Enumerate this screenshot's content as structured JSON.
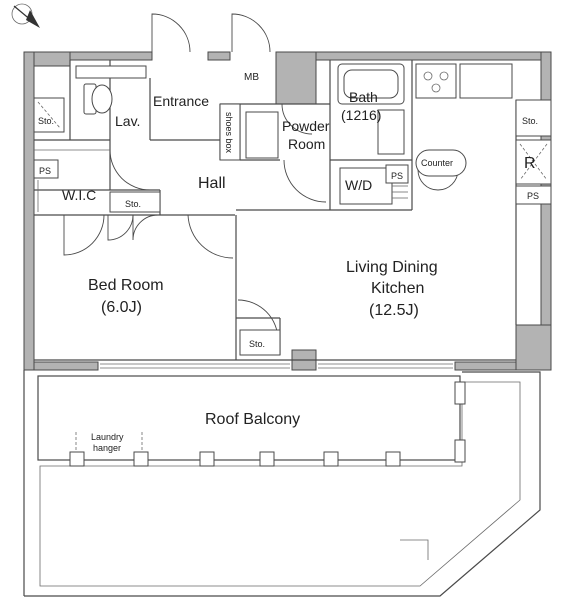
{
  "rooms": {
    "entrance": "Entrance",
    "lav": "Lav.",
    "mb": "MB",
    "bath": "Bath",
    "bath_size": "(1216)",
    "powder": "Powder",
    "powder2": "Room",
    "shoes_box": "shoes box",
    "hall": "Hall",
    "wd": "W/D",
    "wic": "W.I.C",
    "bed": "Bed Room",
    "bed_size": "(6.0J)",
    "ldk1": "Living Dining",
    "ldk2": "Kitchen",
    "ldk_size": "(12.5J)",
    "balcony": "Roof Balcony",
    "laundry1": "Laundry",
    "laundry2": "hanger",
    "counter": "Counter",
    "r": "R"
  },
  "marks": {
    "sto": "Sto.",
    "ps": "PS"
  },
  "icons": [
    "compass-icon",
    "toilet-icon",
    "sink-icon",
    "bathtub-icon",
    "stove-icon"
  ],
  "colors": {
    "wall": "#b3b3b3",
    "line": "#4a4a4a"
  }
}
